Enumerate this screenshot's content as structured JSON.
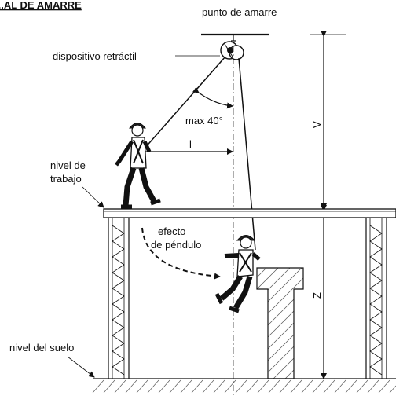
{
  "title": "...AL DE AMARRE",
  "labels": {
    "anchor_point": "punto de amarre",
    "retractable_device": "dispositivo retráctil",
    "max_angle": "max 40°",
    "distance_l": "l",
    "dim_v": "V",
    "dim_z": "Z",
    "work_level_line1": "nivel de",
    "work_level_line2": "trabajo",
    "pendulum_line1": "efecto",
    "pendulum_line2": "de péndulo",
    "ground_level": "nivel del suelo"
  }
}
